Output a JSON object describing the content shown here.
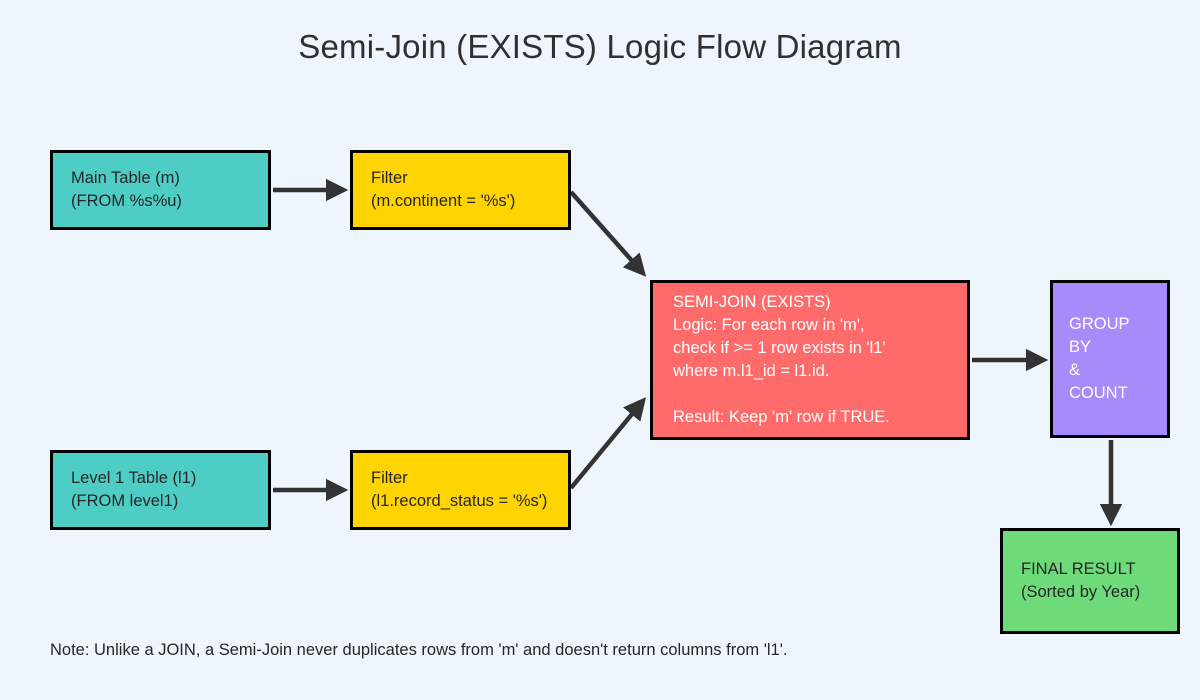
{
  "page": {
    "title": "Semi-Join (EXISTS) Logic Flow Diagram",
    "background_color": "#eff5fd"
  },
  "nodes": {
    "main_table": {
      "text": "Main Table (m)\n(FROM %s%u)",
      "fill": "#4ecdc4",
      "text_color": "#262626"
    },
    "filter_main": {
      "text": "Filter\n(m.continent = '%s')",
      "fill": "#ffd400",
      "text_color": "#262626"
    },
    "level1_table": {
      "text": "Level 1 Table (l1)\n(FROM level1)",
      "fill": "#4ecdc4",
      "text_color": "#262626"
    },
    "filter_l1": {
      "text": "Filter\n(l1.record_status = '%s')",
      "fill": "#ffd400",
      "text_color": "#262626"
    },
    "semi_join": {
      "text": "SEMI-JOIN (EXISTS)\nLogic: For each row in 'm',\ncheck if >= 1 row exists in 'l1'\nwhere m.l1_id = l1.id.\n\nResult: Keep 'm' row if TRUE.",
      "fill": "#ff6b6b",
      "text_color": "#ffffff"
    },
    "group_by": {
      "text": "GROUP BY\n&\nCOUNT",
      "fill": "#a78bfa",
      "text_color": "#ffffff"
    },
    "final_result": {
      "text": "FINAL RESULT\n(Sorted by Year)",
      "fill": "#6edb7a",
      "text_color": "#262626"
    }
  },
  "edges": [
    {
      "name": "main-table-to-filter-main",
      "from": "main_table",
      "to": "filter_main"
    },
    {
      "name": "level1-table-to-filter-l1",
      "from": "level1_table",
      "to": "filter_l1"
    },
    {
      "name": "filter-main-to-semi-join",
      "from": "filter_main",
      "to": "semi_join"
    },
    {
      "name": "filter-l1-to-semi-join",
      "from": "filter_l1",
      "to": "semi_join"
    },
    {
      "name": "semi-join-to-group-by",
      "from": "semi_join",
      "to": "group_by"
    },
    {
      "name": "group-by-to-final-result",
      "from": "group_by",
      "to": "final_result"
    }
  ],
  "footnote": {
    "text": "Note: Unlike a JOIN, a Semi-Join never duplicates rows from 'm' and doesn't return columns from 'l1'."
  }
}
